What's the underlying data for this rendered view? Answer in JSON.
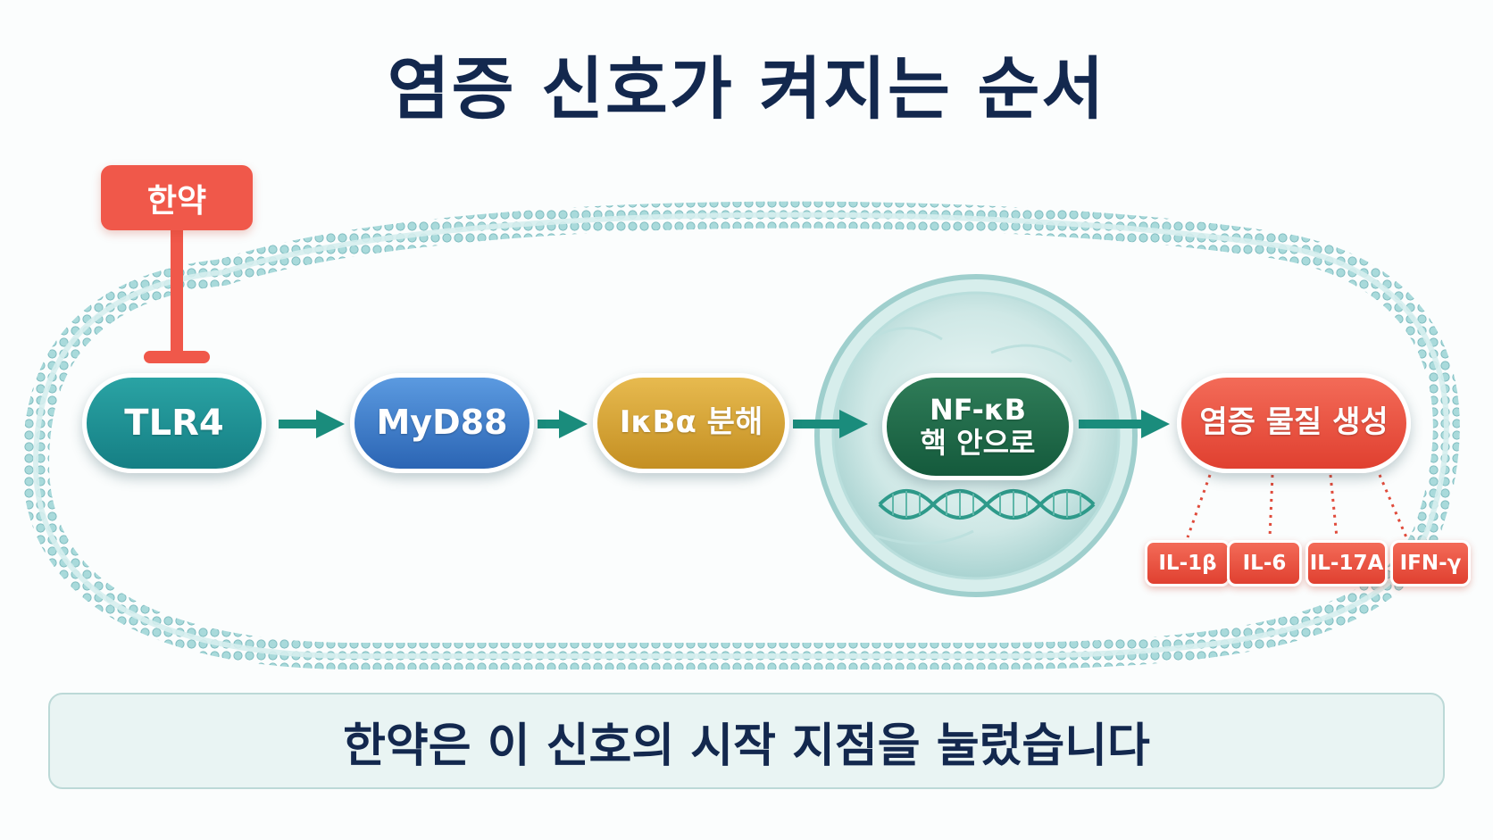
{
  "title": "염증 신호가 켜지는 순서",
  "inhibitor": {
    "label": "한약",
    "color": "#f0584a"
  },
  "pathway": [
    {
      "label": "TLR4",
      "color": "#1e9196"
    },
    {
      "label": "MyD88",
      "color": "#3f7fcc"
    },
    {
      "label": "IκBα 분해",
      "color": "#d9a63a"
    },
    {
      "line1": "NF-κB",
      "line2": "핵 안으로",
      "color": "#1f6b48"
    },
    {
      "label": "염증 물질 생성",
      "color": "#ea5241"
    }
  ],
  "cytokines": [
    "IL-1β",
    "IL-6",
    "IL-17A",
    "IFN-γ"
  ],
  "caption": "한약은 이 신호의 시작 지점을 눌렀습니다",
  "colors": {
    "arrow": "#1a8c7c",
    "membrane": "#8fc9cc",
    "title": "#13284e"
  }
}
